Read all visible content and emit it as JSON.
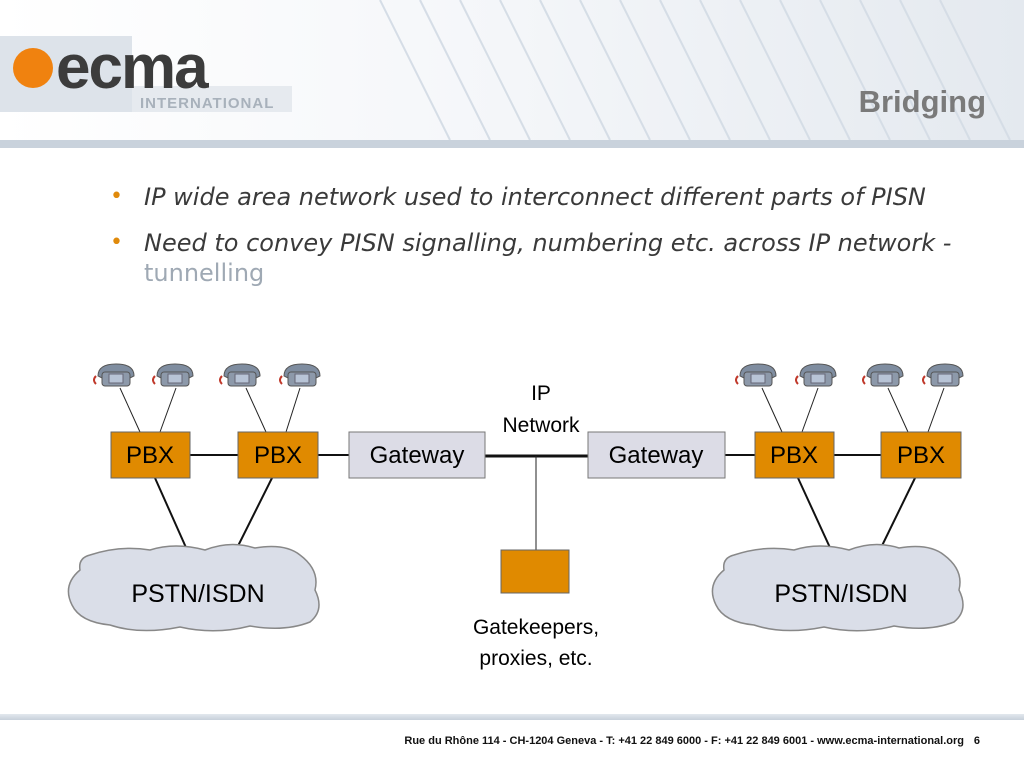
{
  "slide": {
    "title": "Bridging",
    "logo": {
      "text": "ecma",
      "subtext": "INTERNATIONAL",
      "dot_color": "#f0820f"
    }
  },
  "bullets": [
    {
      "text": "IP wide area network used to interconnect different parts of PISN"
    },
    {
      "text": "Need to convey PISN signalling, numbering etc. across IP network - ",
      "highlight": "tunnelling"
    }
  ],
  "diagram": {
    "ip_network_label": [
      "IP",
      "Network"
    ],
    "left": {
      "pbx1": "PBX",
      "pbx2": "PBX",
      "gateway": "Gateway",
      "cloud": "PSTN/ISDN"
    },
    "right": {
      "gateway": "Gateway",
      "pbx1": "PBX",
      "pbx2": "PBX",
      "cloud": "PSTN/ISDN"
    },
    "gatekeeper_label": [
      "Gatekeepers,",
      "proxies, etc."
    ],
    "colors": {
      "pbx": "#e08a00",
      "gateway": "#dcdce6",
      "cloud": "#dadee8"
    }
  },
  "footer": {
    "address": "Rue du Rhône 114 - CH-1204 Geneva - T: +41 22 849 6000 - F: +41 22 849 6001 - www.ecma-international.org",
    "page": "6"
  }
}
